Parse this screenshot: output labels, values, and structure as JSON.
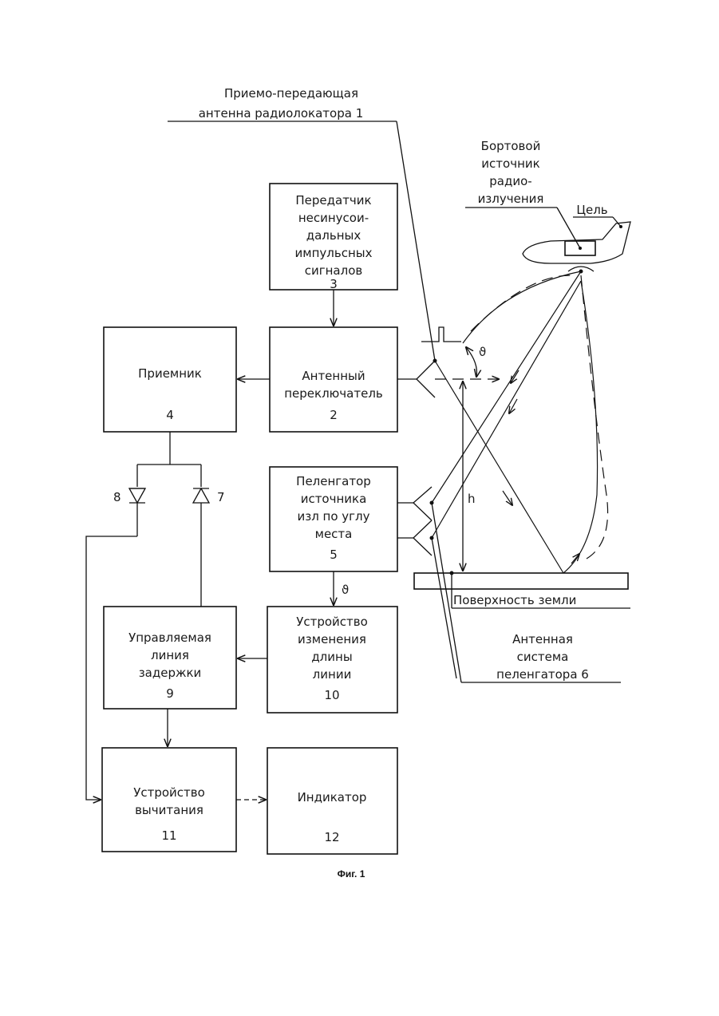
{
  "labels": {
    "antenna_radar_l1": "Приемо-передающая",
    "antenna_radar_l2": "антенна радиолокатора 1",
    "onboard_l1": "Бортовой",
    "onboard_l2": "источник",
    "onboard_l3": "радио-",
    "onboard_l4": "излучения",
    "target": "Цель",
    "ground": "Поверхность земли",
    "df_antenna_l1": "Антенная",
    "df_antenna_l2": "система",
    "df_antenna_l3": "пеленгатора 6",
    "h": "h",
    "theta_top": "ϑ",
    "theta_mid": "ϑ"
  },
  "blocks": {
    "transmitter": {
      "lines": [
        "Передатчик",
        "несинусои-",
        "дальных",
        "импульсных",
        "сигналов"
      ],
      "num": "3"
    },
    "receiver": {
      "lines": [
        "Приемник"
      ],
      "num": "4"
    },
    "switch": {
      "lines": [
        "Антенный",
        "переключатель"
      ],
      "num": "2"
    },
    "direction": {
      "lines": [
        "Пеленгатор",
        "источника",
        "изл по углу",
        "места"
      ],
      "num": "5"
    },
    "delay": {
      "lines": [
        "Управляемая",
        "линия",
        "задержки"
      ],
      "num": "9"
    },
    "length": {
      "lines": [
        "Устройство",
        "изменения",
        "длины",
        "линии"
      ],
      "num": "10"
    },
    "subtract": {
      "lines": [
        "Устройство",
        "вычитания"
      ],
      "num": "11"
    },
    "indicator": {
      "lines": [
        "Индикатор"
      ],
      "num": "12"
    }
  },
  "diodes": {
    "d8": "8",
    "d7": "7"
  },
  "caption": "Фиг. 1"
}
